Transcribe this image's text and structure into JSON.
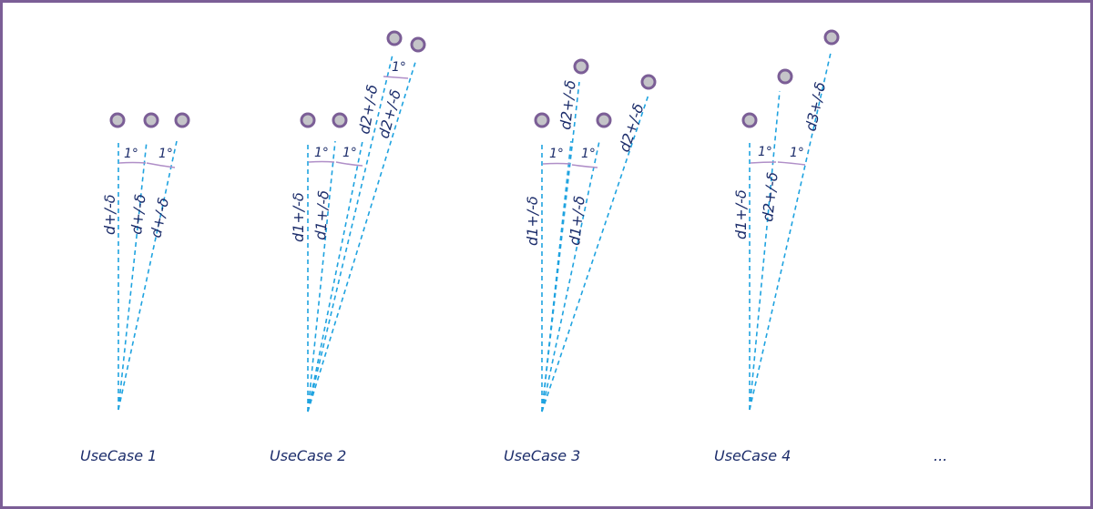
{
  "use_cases": [
    {
      "label": "UseCase 1",
      "distance_labels": [
        "d+/-δ",
        "d+/-δ",
        "d+/-δ"
      ],
      "angle_labels": [
        "1°",
        "1°"
      ]
    },
    {
      "label": "UseCase 2",
      "distance_labels": [
        "d1+/-δ",
        "d1+/-δ",
        "d2+/-δ",
        "d2+/-δ"
      ],
      "angle_labels": [
        "1°",
        "1°",
        "1°"
      ]
    },
    {
      "label": "UseCase 3",
      "distance_labels": [
        "d1+/-δ",
        "d2+/-δ",
        "d1+/-δ",
        "d2+/-δ"
      ],
      "angle_labels": [
        "1°",
        "1°"
      ]
    },
    {
      "label": "UseCase 4",
      "distance_labels": [
        "d1+/-δ",
        "d2+/-δ",
        "d3+/-δ"
      ],
      "angle_labels": [
        "1°",
        "1°"
      ]
    }
  ],
  "ellipsis": "...",
  "colors": {
    "frame": "#7b5e96",
    "ray": "#1fa3e0",
    "angle_arc": "#b08fc8",
    "dot_fill": "#c4c4c8",
    "dot_stroke": "#7b5e96",
    "text": "#1c2d6b"
  }
}
